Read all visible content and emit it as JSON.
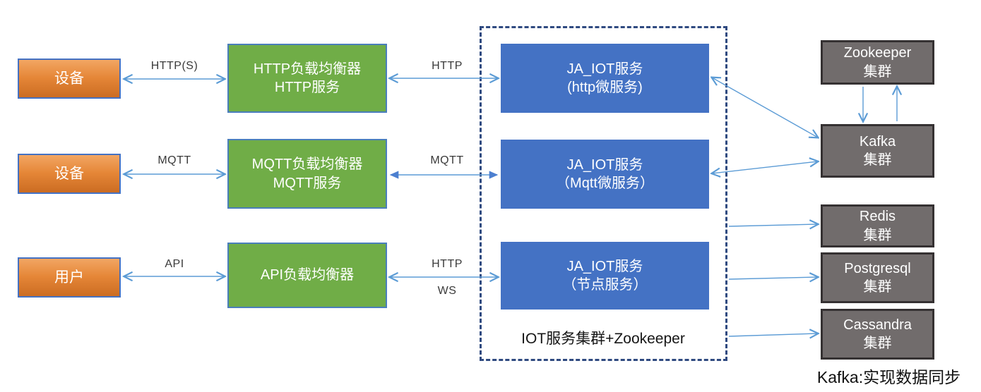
{
  "nodes": {
    "device1": {
      "label": "设备"
    },
    "device2": {
      "label": "设备"
    },
    "user": {
      "label": "用户"
    },
    "http_lb": {
      "label": "HTTP负载均衡器\nHTTP服务"
    },
    "mqtt_lb": {
      "label": "MQTT负载均衡器\nMQTT服务"
    },
    "api_lb": {
      "label": "API负载均衡器"
    },
    "svc_http": {
      "label": "JA_IOT服务\n(http微服务)"
    },
    "svc_mqtt": {
      "label": "JA_IOT服务\n（Mqtt微服务）"
    },
    "svc_node": {
      "label": "JA_IOT服务\n（节点服务）"
    },
    "zookeeper": {
      "label": "Zookeeper\n集群"
    },
    "kafka": {
      "label": "Kafka\n集群"
    },
    "redis": {
      "label": "Redis\n集群"
    },
    "postgresql": {
      "label": "Postgresql\n集群"
    },
    "cassandra": {
      "label": "Cassandra\n集群"
    }
  },
  "edge_labels": {
    "https": "HTTP(S)",
    "http_row1": "HTTP",
    "mqtt_left": "MQTT",
    "mqtt_right": "MQTT",
    "api": "API",
    "http_row3": "HTTP",
    "ws": "WS"
  },
  "container": {
    "label": "IOT服务集群+Zookeeper"
  },
  "footnote": "Kafka:实现数据同步",
  "colors": {
    "orange_top": "#F2A663",
    "orange_bottom": "#CB6C22",
    "green": "#70AD47",
    "blue": "#4472C4",
    "gray": "#716C6C",
    "gray_border": "#353132",
    "arrow": "#5B9BD5",
    "dashed_border": "#2F4A80",
    "box_border": "#4472C4"
  }
}
